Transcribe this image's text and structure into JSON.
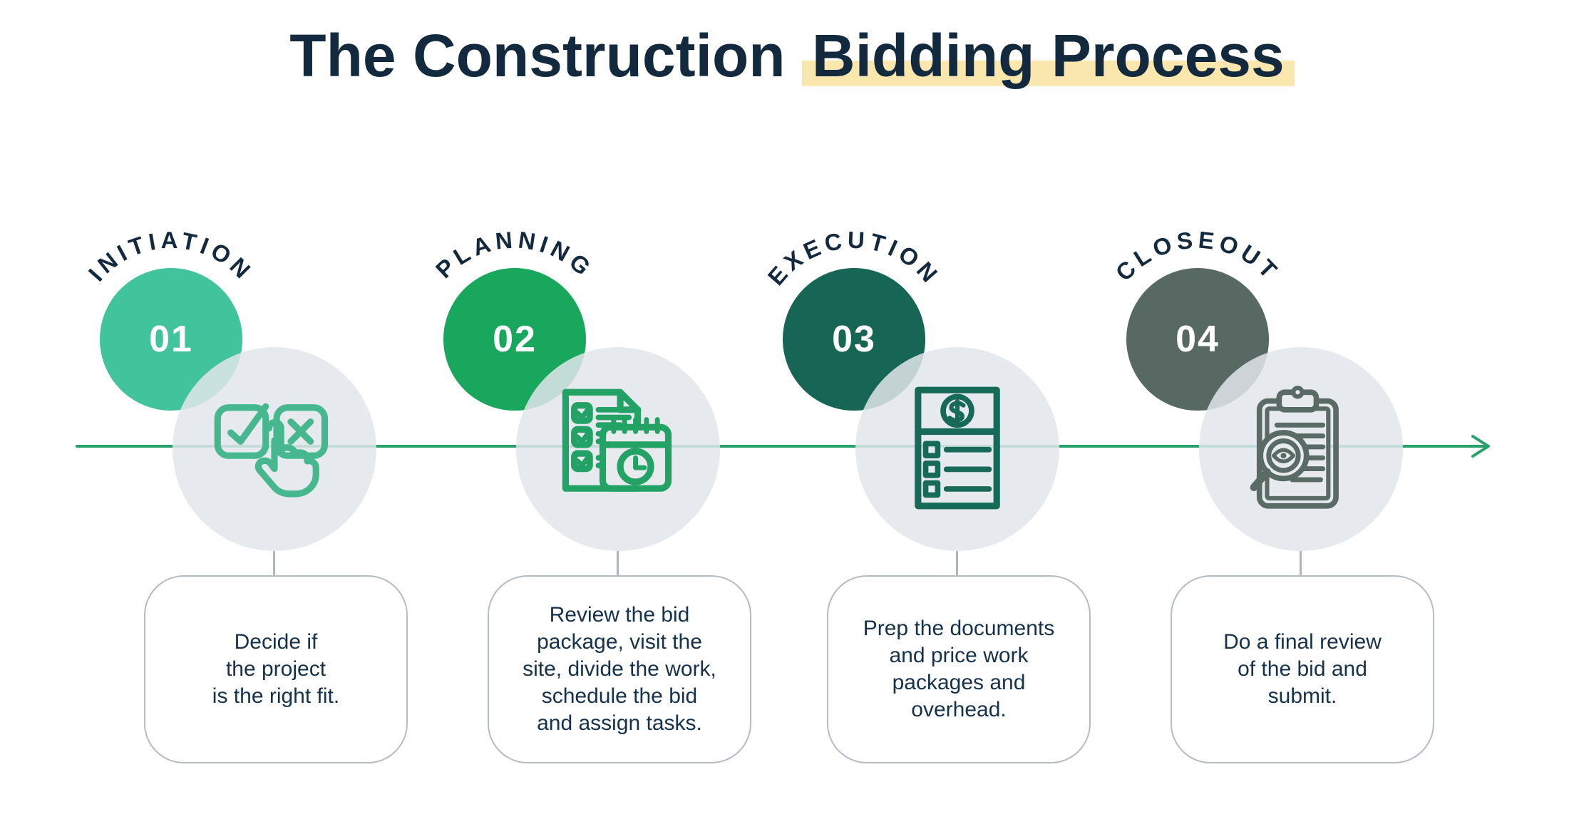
{
  "title": {
    "prefix": "The Construction ",
    "highlighted": "Bidding Process",
    "text_color": "#13293D",
    "highlight_color": "#FAE7AD"
  },
  "timeline": {
    "color": "#27A26B",
    "direction": "right-arrow"
  },
  "card_border_color": "#B6BCC3",
  "steps": [
    {
      "number": "01",
      "label": "INITIATION",
      "description": "Decide if\nthe project\nis the right fit.",
      "circle_color": "#41C39B",
      "icon": "approve-reject-choice-icon",
      "icon_color": "#46B78E"
    },
    {
      "number": "02",
      "label": "PLANNING",
      "description": "Review the bid\npackage, visit the\nsite, divide the work,\nschedule the bid\nand assign tasks.",
      "circle_color": "#18A75D",
      "icon": "checklist-calendar-icon",
      "icon_color": "#22A264"
    },
    {
      "number": "03",
      "label": "EXECUTION",
      "description": "Prep the documents\nand price work\npackages and\noverhead.",
      "circle_color": "#176555",
      "icon": "priced-work-package-icon",
      "icon_color": "#186A58"
    },
    {
      "number": "04",
      "label": "CLOSEOUT",
      "description": "Do a final review\nof the bid and\nsubmit.",
      "circle_color": "#586963",
      "icon": "clipboard-review-icon",
      "icon_color": "#5A6A65"
    }
  ]
}
